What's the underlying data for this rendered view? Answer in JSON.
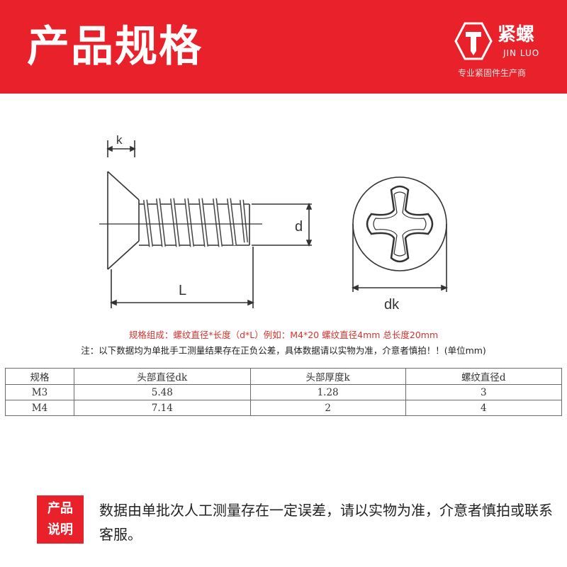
{
  "header": {
    "title": "产品规格",
    "brand_name": "紧螺",
    "brand_pinyin": "JIN LUO",
    "brand_slogan": "专业紧固件生产商",
    "color": "#e8212a"
  },
  "diagram": {
    "label_k": "k",
    "label_d": "d",
    "label_L": "L",
    "label_dk": "dk"
  },
  "spec_line": "规格组成：螺纹直径*长度（d*L）例如：M4*20 螺纹直径4mm 总长度20mm",
  "note_line": "注：以下数据均为单批手工测量结果存在正负公差，具体数据请以实物为准，介意者慎拍！！(单位mm)",
  "table": {
    "headers": [
      "规格",
      "头部直径dk",
      "头部厚度k",
      "螺纹直径d"
    ],
    "rows": [
      [
        "M3",
        "5.48",
        "1.28",
        "3"
      ],
      [
        "M4",
        "7.14",
        "2",
        "4"
      ]
    ]
  },
  "description": {
    "badge_line1": "产品",
    "badge_line2": "说明",
    "text": "数据由单批次人工测量存在一定误差，请以实物为准，介意者慎拍或联系客服。"
  }
}
